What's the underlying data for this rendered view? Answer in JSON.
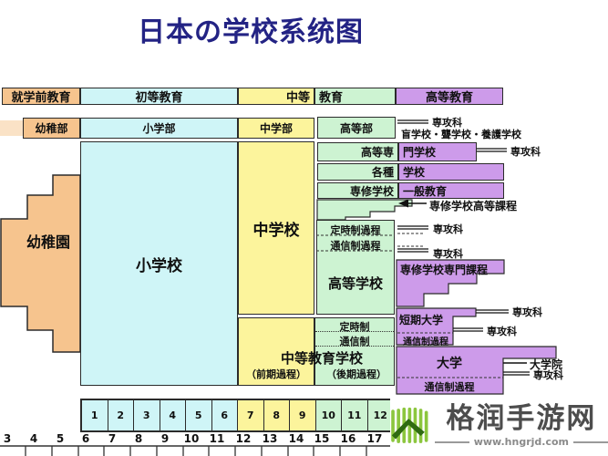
{
  "title": "日本の学校系统图",
  "stage_headers": {
    "preschool": "就学前教育",
    "primary": "初等教育",
    "secondary_left": "中等",
    "secondary_right": "教育",
    "higher": "高等教育"
  },
  "special_row": {
    "kindergarten": "幼稚部",
    "elementary": "小学部",
    "junior_high": "中学部",
    "senior_high": "高等部",
    "senkoka": "専攻科",
    "schools_note": "盲学校・聾学校・養護学校"
  },
  "schools": {
    "yochien": "幼稚園",
    "shogakko": "小学校",
    "chugakko": "中学校",
    "kosen_head": "高等専",
    "kosen_tail": "門学校",
    "kosen_senkoka": "専攻科",
    "kakushu_head": "各種",
    "kakushu_tail": "学校",
    "senshu_head": "専修学校",
    "senshu_tail": "一般教育",
    "senshu_koto_katei": "専修学校高等課程",
    "teiji_katei": "定時制過程",
    "teiji_senkoka": "専攻科",
    "tsushin_katei": "通信制過程",
    "tsushin_senkoka": "専攻科",
    "senshu_senmon_katei": "専修学校専門課程",
    "koto_gakko": "高等学校",
    "tanki_daigaku": "短期大学",
    "tanki_senkoka_upper": "専攻科",
    "tanki_senkoka_lower": "専攻科",
    "tanki_tsushin_katei": "通信制過程",
    "chuto_teiji": "定時制",
    "chuto_tsushin": "通信制",
    "chuto_kyoiku_gakko": "中等教育学校",
    "zenki_katei": "（前期過程）",
    "koki_katei": "（後期過程）",
    "daigaku": "大学",
    "daigakuin": "大学院",
    "daigaku_senkoka": "専攻科",
    "daigaku_tsushin_katei": "通信制過程"
  },
  "grades": [
    "1",
    "2",
    "3",
    "4",
    "5",
    "6",
    "7",
    "8",
    "9",
    "10",
    "11",
    "12"
  ],
  "ages": [
    "3",
    "4",
    "5",
    "6",
    "7",
    "8",
    "9",
    "10",
    "11",
    "12",
    "13",
    "14",
    "15",
    "16",
    "17"
  ],
  "watermark": {
    "brand": "格润手游网",
    "url": "www.hngrjd.com"
  },
  "colors": {
    "preschool_orange": "#F6C48E",
    "primary_cyan": "#CFF5F7",
    "secondary_yellow": "#FCF49C",
    "upper_green": "#CDF3D2",
    "higher_purple": "#CD9BEA",
    "title_navy": "#232384",
    "watermark_green": "#8CC63E",
    "watermark_dark_green": "#2F6B12"
  }
}
